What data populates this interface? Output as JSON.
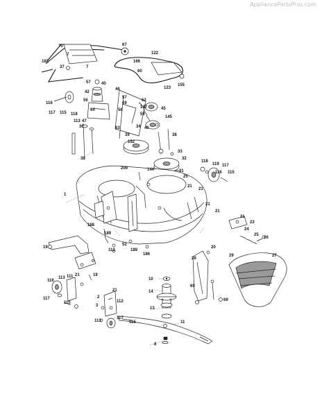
{
  "watermark": "AppliancePartsPros.com",
  "callouts": [
    {
      "id": "c70",
      "text": "70"
    },
    {
      "id": "c67",
      "text": "67"
    },
    {
      "id": "c7a",
      "text": "7"
    },
    {
      "id": "c7b",
      "text": "7"
    },
    {
      "id": "c182",
      "text": "182"
    },
    {
      "id": "c37",
      "text": "37"
    },
    {
      "id": "c166",
      "text": "166"
    },
    {
      "id": "c122",
      "text": "122"
    },
    {
      "id": "c60",
      "text": "60"
    },
    {
      "id": "c123",
      "text": "123"
    },
    {
      "id": "c155",
      "text": "155"
    },
    {
      "id": "c57a",
      "text": "57"
    },
    {
      "id": "c40a",
      "text": "40"
    },
    {
      "id": "c42",
      "text": "42"
    },
    {
      "id": "c46",
      "text": "46"
    },
    {
      "id": "c57b",
      "text": "57"
    },
    {
      "id": "c116a",
      "text": "116"
    },
    {
      "id": "c56",
      "text": "56"
    },
    {
      "id": "c69a",
      "text": "69"
    },
    {
      "id": "c62",
      "text": "62"
    },
    {
      "id": "c147",
      "text": "147"
    },
    {
      "id": "c45",
      "text": "45"
    },
    {
      "id": "c117a",
      "text": "117"
    },
    {
      "id": "c115a",
      "text": "115"
    },
    {
      "id": "c118a",
      "text": "118"
    },
    {
      "id": "c64",
      "text": "64"
    },
    {
      "id": "c58",
      "text": "58"
    },
    {
      "id": "c59",
      "text": "59"
    },
    {
      "id": "c145",
      "text": "145"
    },
    {
      "id": "c113a",
      "text": "113"
    },
    {
      "id": "c47",
      "text": "47"
    },
    {
      "id": "c30",
      "text": "30"
    },
    {
      "id": "c34",
      "text": "34"
    },
    {
      "id": "c40b",
      "text": "40"
    },
    {
      "id": "c63",
      "text": "63"
    },
    {
      "id": "c39",
      "text": "39"
    },
    {
      "id": "c152",
      "text": "152"
    },
    {
      "id": "c38a",
      "text": "38"
    },
    {
      "id": "c38b",
      "text": "38"
    },
    {
      "id": "c33",
      "text": "33"
    },
    {
      "id": "c32",
      "text": "32"
    },
    {
      "id": "c118b",
      "text": "118"
    },
    {
      "id": "c119",
      "text": "119"
    },
    {
      "id": "c117b",
      "text": "117"
    },
    {
      "id": "c116b",
      "text": "116"
    },
    {
      "id": "c115b",
      "text": "115"
    },
    {
      "id": "c209",
      "text": "209"
    },
    {
      "id": "c144",
      "text": "144"
    },
    {
      "id": "c31",
      "text": "31"
    },
    {
      "id": "c25a",
      "text": "25"
    },
    {
      "id": "c1",
      "text": "1"
    },
    {
      "id": "c21a",
      "text": "21"
    },
    {
      "id": "c21b",
      "text": "21"
    },
    {
      "id": "c21c",
      "text": "21"
    },
    {
      "id": "c21d",
      "text": "21"
    },
    {
      "id": "c21e",
      "text": "21"
    },
    {
      "id": "c24",
      "text": "24"
    },
    {
      "id": "c23",
      "text": "23"
    },
    {
      "id": "c25b",
      "text": "25"
    },
    {
      "id": "c26",
      "text": "26"
    },
    {
      "id": "c20",
      "text": "20"
    },
    {
      "id": "c188",
      "text": "188"
    },
    {
      "id": "c189a",
      "text": "189"
    },
    {
      "id": "c189b",
      "text": "189"
    },
    {
      "id": "c186",
      "text": "186"
    },
    {
      "id": "c19a",
      "text": "19"
    },
    {
      "id": "c19b",
      "text": "19"
    },
    {
      "id": "c113b",
      "text": "113"
    },
    {
      "id": "c52",
      "text": "52"
    },
    {
      "id": "c29",
      "text": "29"
    },
    {
      "id": "c27",
      "text": "27"
    },
    {
      "id": "c28",
      "text": "28"
    },
    {
      "id": "c10",
      "text": "10"
    },
    {
      "id": "c14",
      "text": "14"
    },
    {
      "id": "c69b",
      "text": "69"
    },
    {
      "id": "c69c",
      "text": "69"
    },
    {
      "id": "c116c",
      "text": "116"
    },
    {
      "id": "c113c",
      "text": "113"
    },
    {
      "id": "c111",
      "text": "111"
    },
    {
      "id": "c21f",
      "text": "21"
    },
    {
      "id": "c117c",
      "text": "117"
    },
    {
      "id": "c115c",
      "text": "115"
    },
    {
      "id": "c21g",
      "text": "21"
    },
    {
      "id": "c2",
      "text": "2"
    },
    {
      "id": "c3",
      "text": "3"
    },
    {
      "id": "c112",
      "text": "112"
    },
    {
      "id": "c113d",
      "text": "113"
    },
    {
      "id": "c117d",
      "text": "117"
    },
    {
      "id": "c115d",
      "text": "115"
    },
    {
      "id": "c13",
      "text": "13"
    },
    {
      "id": "c11",
      "text": "11"
    },
    {
      "id": "c8",
      "text": "8"
    }
  ]
}
